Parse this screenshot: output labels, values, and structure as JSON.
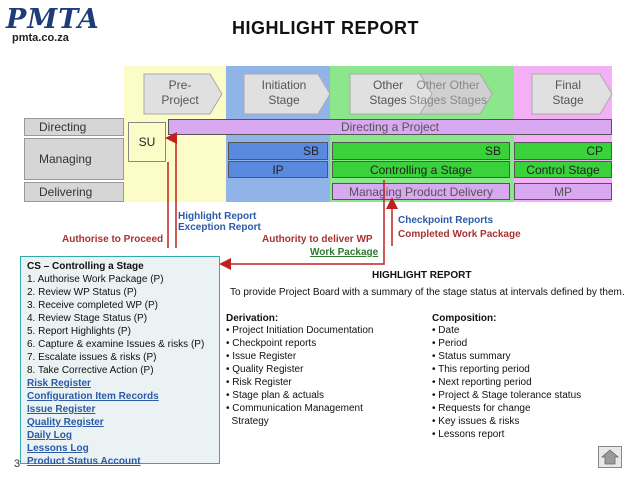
{
  "logo": {
    "main": "PMTA",
    "sub": "pmta.co.za"
  },
  "title": "HIGHLIGHT REPORT",
  "stages": {
    "pre": "Pre-\nProject",
    "initiation": "Initiation\nStage",
    "other": "Other\nStages",
    "final": "Final\nStage",
    "other_ghost": "Other Other\nStages Stages"
  },
  "rows": {
    "directing": "Directing",
    "managing": "Managing",
    "delivering": "Delivering"
  },
  "cells": {
    "su": "SU",
    "directing_project": "Directing a Project",
    "sb1": "SB",
    "ip": "IP",
    "sb2": "SB",
    "controlling_stage": "Controlling a Stage",
    "cp": "CP",
    "control_stage": "Control Stage",
    "managing_delivery": "Managing Product Delivery",
    "mp": "MP"
  },
  "flows": {
    "highlight_report": "Highlight Report",
    "exception_report": "Exception Report",
    "authorise_to_proceed": "Authorise to Proceed",
    "authority_to_deliver": "Authority to deliver WP",
    "work_package": "Work Package",
    "checkpoint_reports": "Checkpoint Reports",
    "completed_wp": "Completed Work Package"
  },
  "cs_box": {
    "heading": "CS – Controlling a Stage",
    "items": [
      "1. Authorise Work Package (P)",
      "2. Review WP Status (P)",
      "3. Receive completed WP (P)",
      "4. Review Stage Status (P)",
      "5. Report Highlights (P)",
      "6. Capture & examine Issues & risks (P)",
      "7. Escalate issues & risks (P)",
      "8. Take Corrective Action (P)"
    ],
    "links": [
      "Risk Register",
      "Configuration Item Records",
      "Issue Register",
      "Quality Register",
      "Daily Log",
      "Lessons Log",
      "Product Status Account"
    ]
  },
  "report": {
    "heading": "HIGHLIGHT REPORT",
    "purpose": "To provide Project Board with a summary of the stage status at intervals defined by them.",
    "derivation_heading": "Derivation:",
    "derivation": [
      "• Project Initiation Documentation",
      "• Checkpoint reports",
      "• Issue Register",
      "• Quality Register",
      "• Risk Register",
      "• Stage plan & actuals",
      "• Communication Management",
      "  Strategy"
    ],
    "composition_heading": "Composition:",
    "composition": [
      "• Date",
      "• Period",
      "• Status summary",
      "• This reporting period",
      "• Next reporting period",
      "• Project & Stage tolerance status",
      "• Requests for change",
      "• Key issues & risks",
      "• Lessons report"
    ]
  },
  "slide_number": "3",
  "colors": {
    "pre_band": "#fcfcc8",
    "init_band": "#90b4e8",
    "other_band": "#8ce68c",
    "final_band": "#f4b0f4",
    "bar_blue": "#5a8ae0",
    "bar_green": "#3ad23a",
    "directing_bar": "#d8a8f0"
  }
}
